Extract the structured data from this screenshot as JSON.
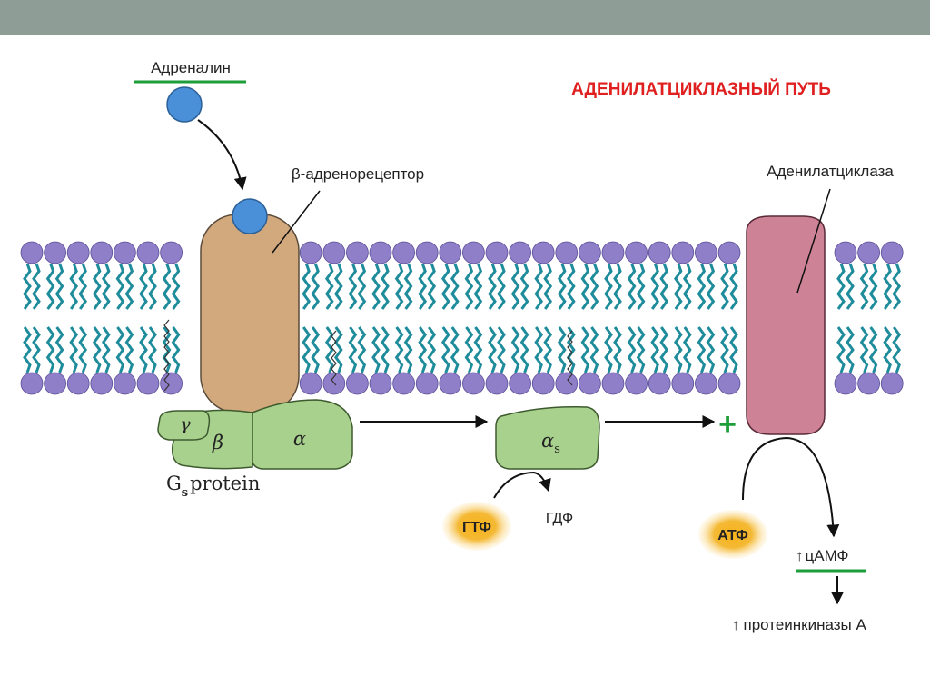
{
  "title": "АДЕНИЛАТЦИКЛАЗНЫЙ ПУТЬ",
  "labels": {
    "adrenaline": "Адреналин",
    "beta_receptor": "β-адренорецептор",
    "adenylate_cyclase": "Аденилатциклаза",
    "gamma": "γ",
    "beta": "β",
    "alpha": "α",
    "alpha_s_main": "α",
    "alpha_s_sub": "s",
    "gs_g": "G",
    "gs_sub": "s",
    "gs_rest": "protein",
    "gtp": "ГТФ",
    "gdp": "ГДФ",
    "atp": "АТФ",
    "plus": "+",
    "camp_arrow": "↑",
    "camp": "цАМФ",
    "pka_arrow": "↑",
    "pka": "протеинкиназы А"
  },
  "colors": {
    "title": "#e02020",
    "ligand": "#4a90d9",
    "receptor": "#d2a97c",
    "g_protein": "#a9d18e",
    "cyclase": "#cd8296",
    "membrane_head": "#8f7ec8",
    "membrane_tail": "#1f8c9c",
    "nucleotide": "#f2b01e",
    "underline": "#1e9e3a",
    "plus": "#1e9e3a"
  }
}
